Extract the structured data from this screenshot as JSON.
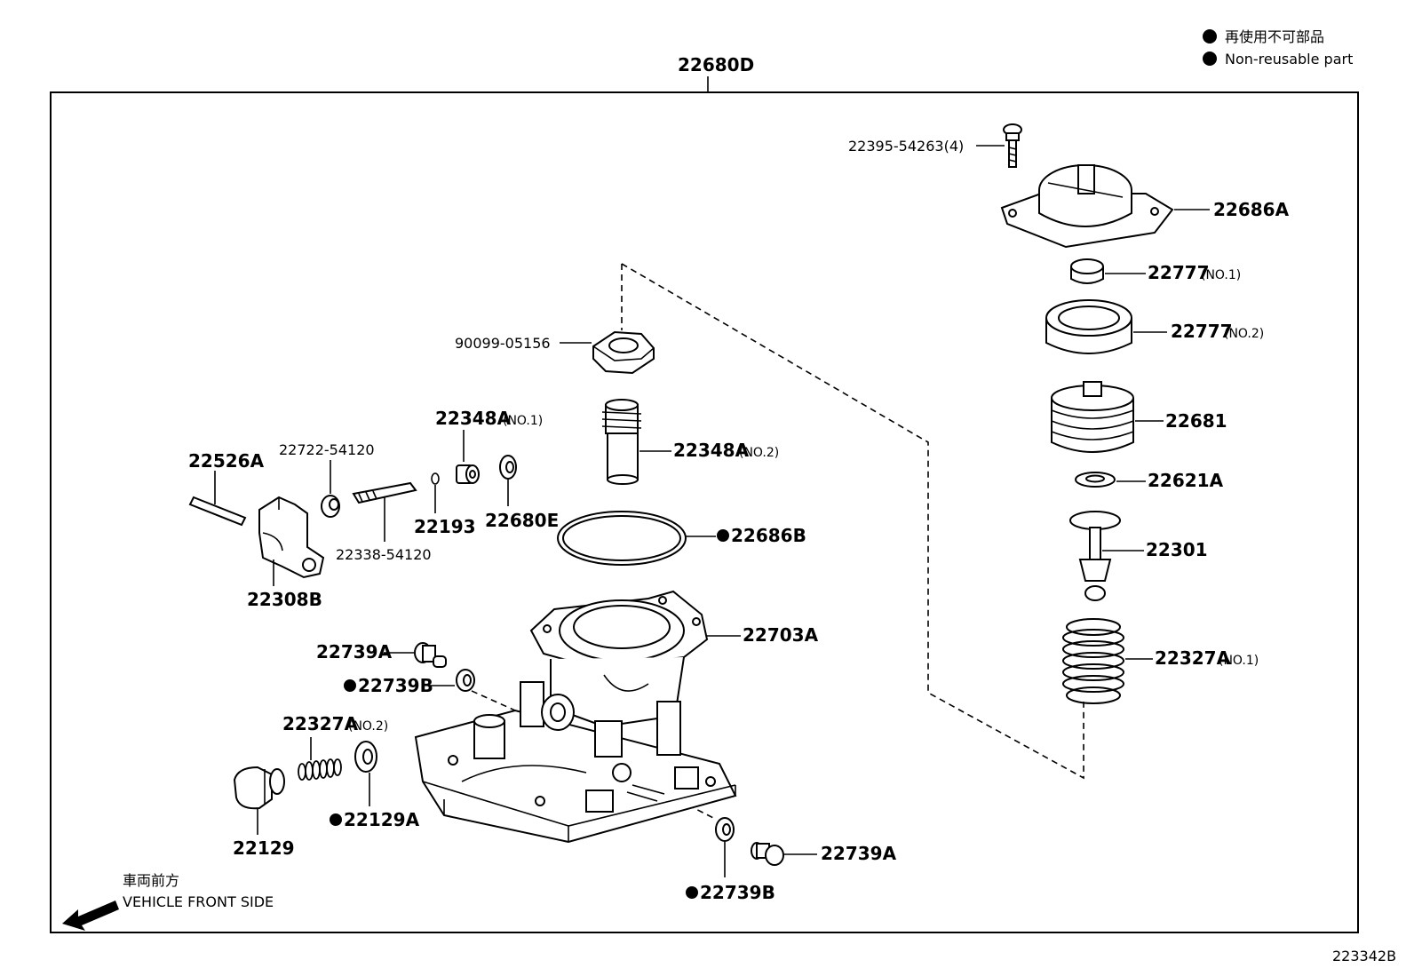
{
  "legend": {
    "line1": "再使用不可部品",
    "line2": "Non-reusable part"
  },
  "assembly_label": "22680D",
  "figure_code": "223342B",
  "front_side": {
    "jp": "車両前方",
    "en": "VEHICLE FRONT SIDE"
  },
  "labels": {
    "p22395": "22395-54263(4)",
    "p22686A": "22686A",
    "p22777_1": "22777",
    "p22777_1_sfx": "(NO.1)",
    "p22777_2": "22777",
    "p22777_2_sfx": "(NO.2)",
    "p22681": "22681",
    "p22621A": "22621A",
    "p22301": "22301",
    "p22327A_1": "22327A",
    "p22327A_1_sfx": "(NO.1)",
    "p90099": "90099-05156",
    "p22348A_1": "22348A",
    "p22348A_1_sfx": "(NO.1)",
    "p22348A_2": "22348A",
    "p22348A_2_sfx": "(NO.2)",
    "p22686B": "22686B",
    "p22526A": "22526A",
    "p22722": "22722-54120",
    "p22193": "22193",
    "p22680E": "22680E",
    "p22338": "22338-54120",
    "p22308B": "22308B",
    "p22703A": "22703A",
    "p22739A_1": "22739A",
    "p22739B_1": "22739B",
    "p22327A_2": "22327A",
    "p22327A_2_sfx": "(NO.2)",
    "p22129": "22129",
    "p22129A": "22129A",
    "p22739A_2": "22739A",
    "p22739B_2": "22739B"
  }
}
